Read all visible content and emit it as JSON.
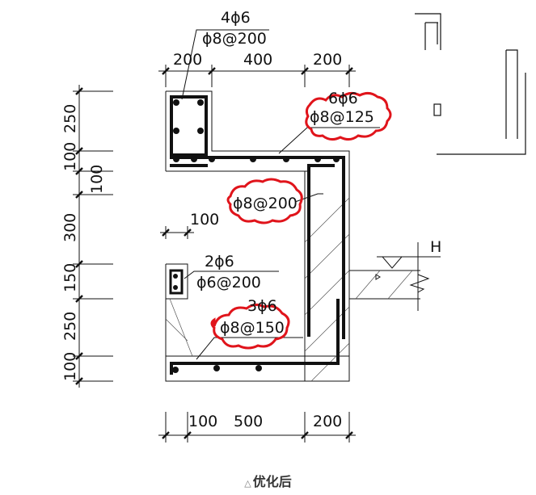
{
  "top_dims": [
    "200",
    "400",
    "200"
  ],
  "left_dims": [
    "250",
    "100",
    "100",
    "300",
    "150",
    "250",
    "100"
  ],
  "bottom_dims": [
    "100",
    "500",
    "200"
  ],
  "inner_dim": "100",
  "labels": {
    "top_bars": "4ϕ6",
    "top_stirrup": "ϕ8@200",
    "right_bars": "6ϕ6",
    "right_stirrup": "ϕ8@125",
    "wall_stirrup": "ϕ8@200",
    "small_bars": "2ϕ6",
    "small_stirrup": "ϕ6@200",
    "bottom_bars": "3ϕ6",
    "bottom_stirrup": "ϕ8@150",
    "elevation": "H"
  },
  "caption": {
    "marker": "△",
    "text": "优化后"
  },
  "colors": {
    "line": "#111111",
    "cloud": "#e0141b"
  }
}
